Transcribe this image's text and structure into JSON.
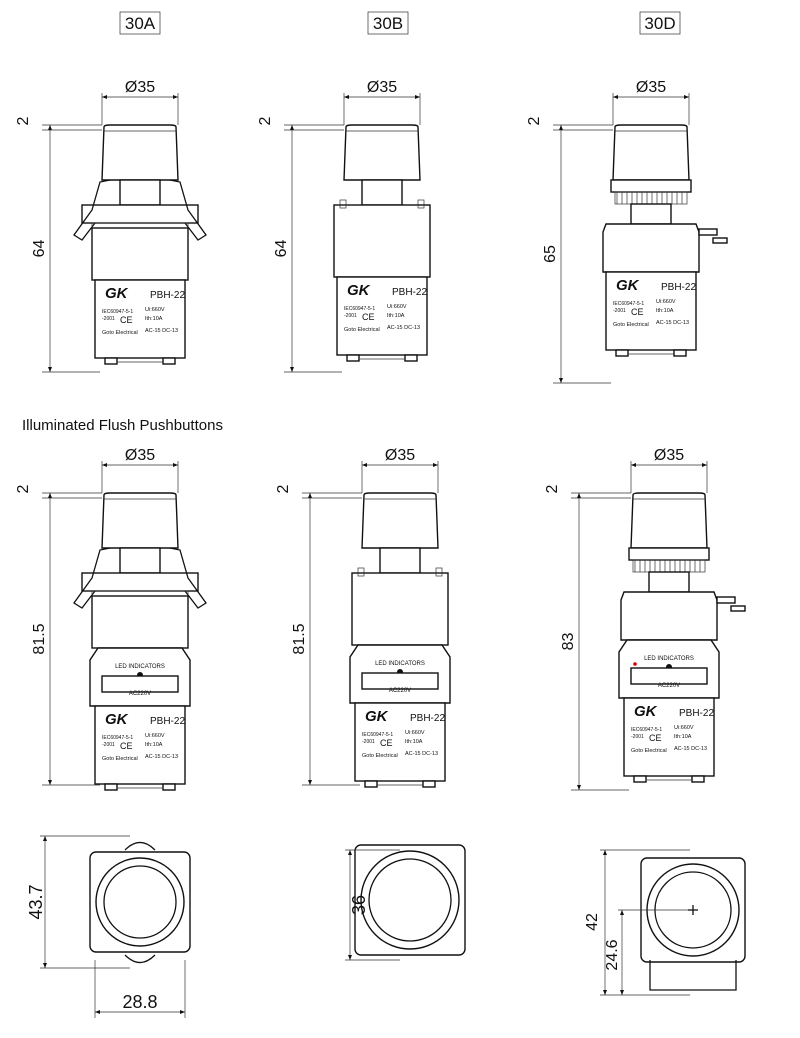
{
  "variants": [
    "30A",
    "30B",
    "30D"
  ],
  "section_title": "Illuminated Flush Pushbuttons",
  "row1": {
    "diameter": "Ø35",
    "cap_height": "2",
    "heights": [
      "64",
      "64",
      "65"
    ]
  },
  "row2": {
    "diameter": "Ø35",
    "cap_height": "2",
    "heights": [
      "81.5",
      "81.5",
      "83"
    ]
  },
  "label_block": {
    "logo": "GK",
    "model": "PBH-22",
    "standard_1": "IEC60947-5-1",
    "standard_2": "-2001",
    "ce_mark": "CE",
    "maker": "Goto Electrical",
    "ui": "Ui:660V",
    "ith": "Ith:10A",
    "utilization": "AC-15   DC-13"
  },
  "led_module": {
    "title": "LED INDICATORS",
    "voltage": "AC220V"
  },
  "row3": {
    "a_height": "43.7",
    "a_width": "28.8",
    "b_height": "36",
    "d_height": "42",
    "d_center": "24.6"
  },
  "colors": {
    "line": "#111111",
    "led_dot": "#d00000"
  }
}
